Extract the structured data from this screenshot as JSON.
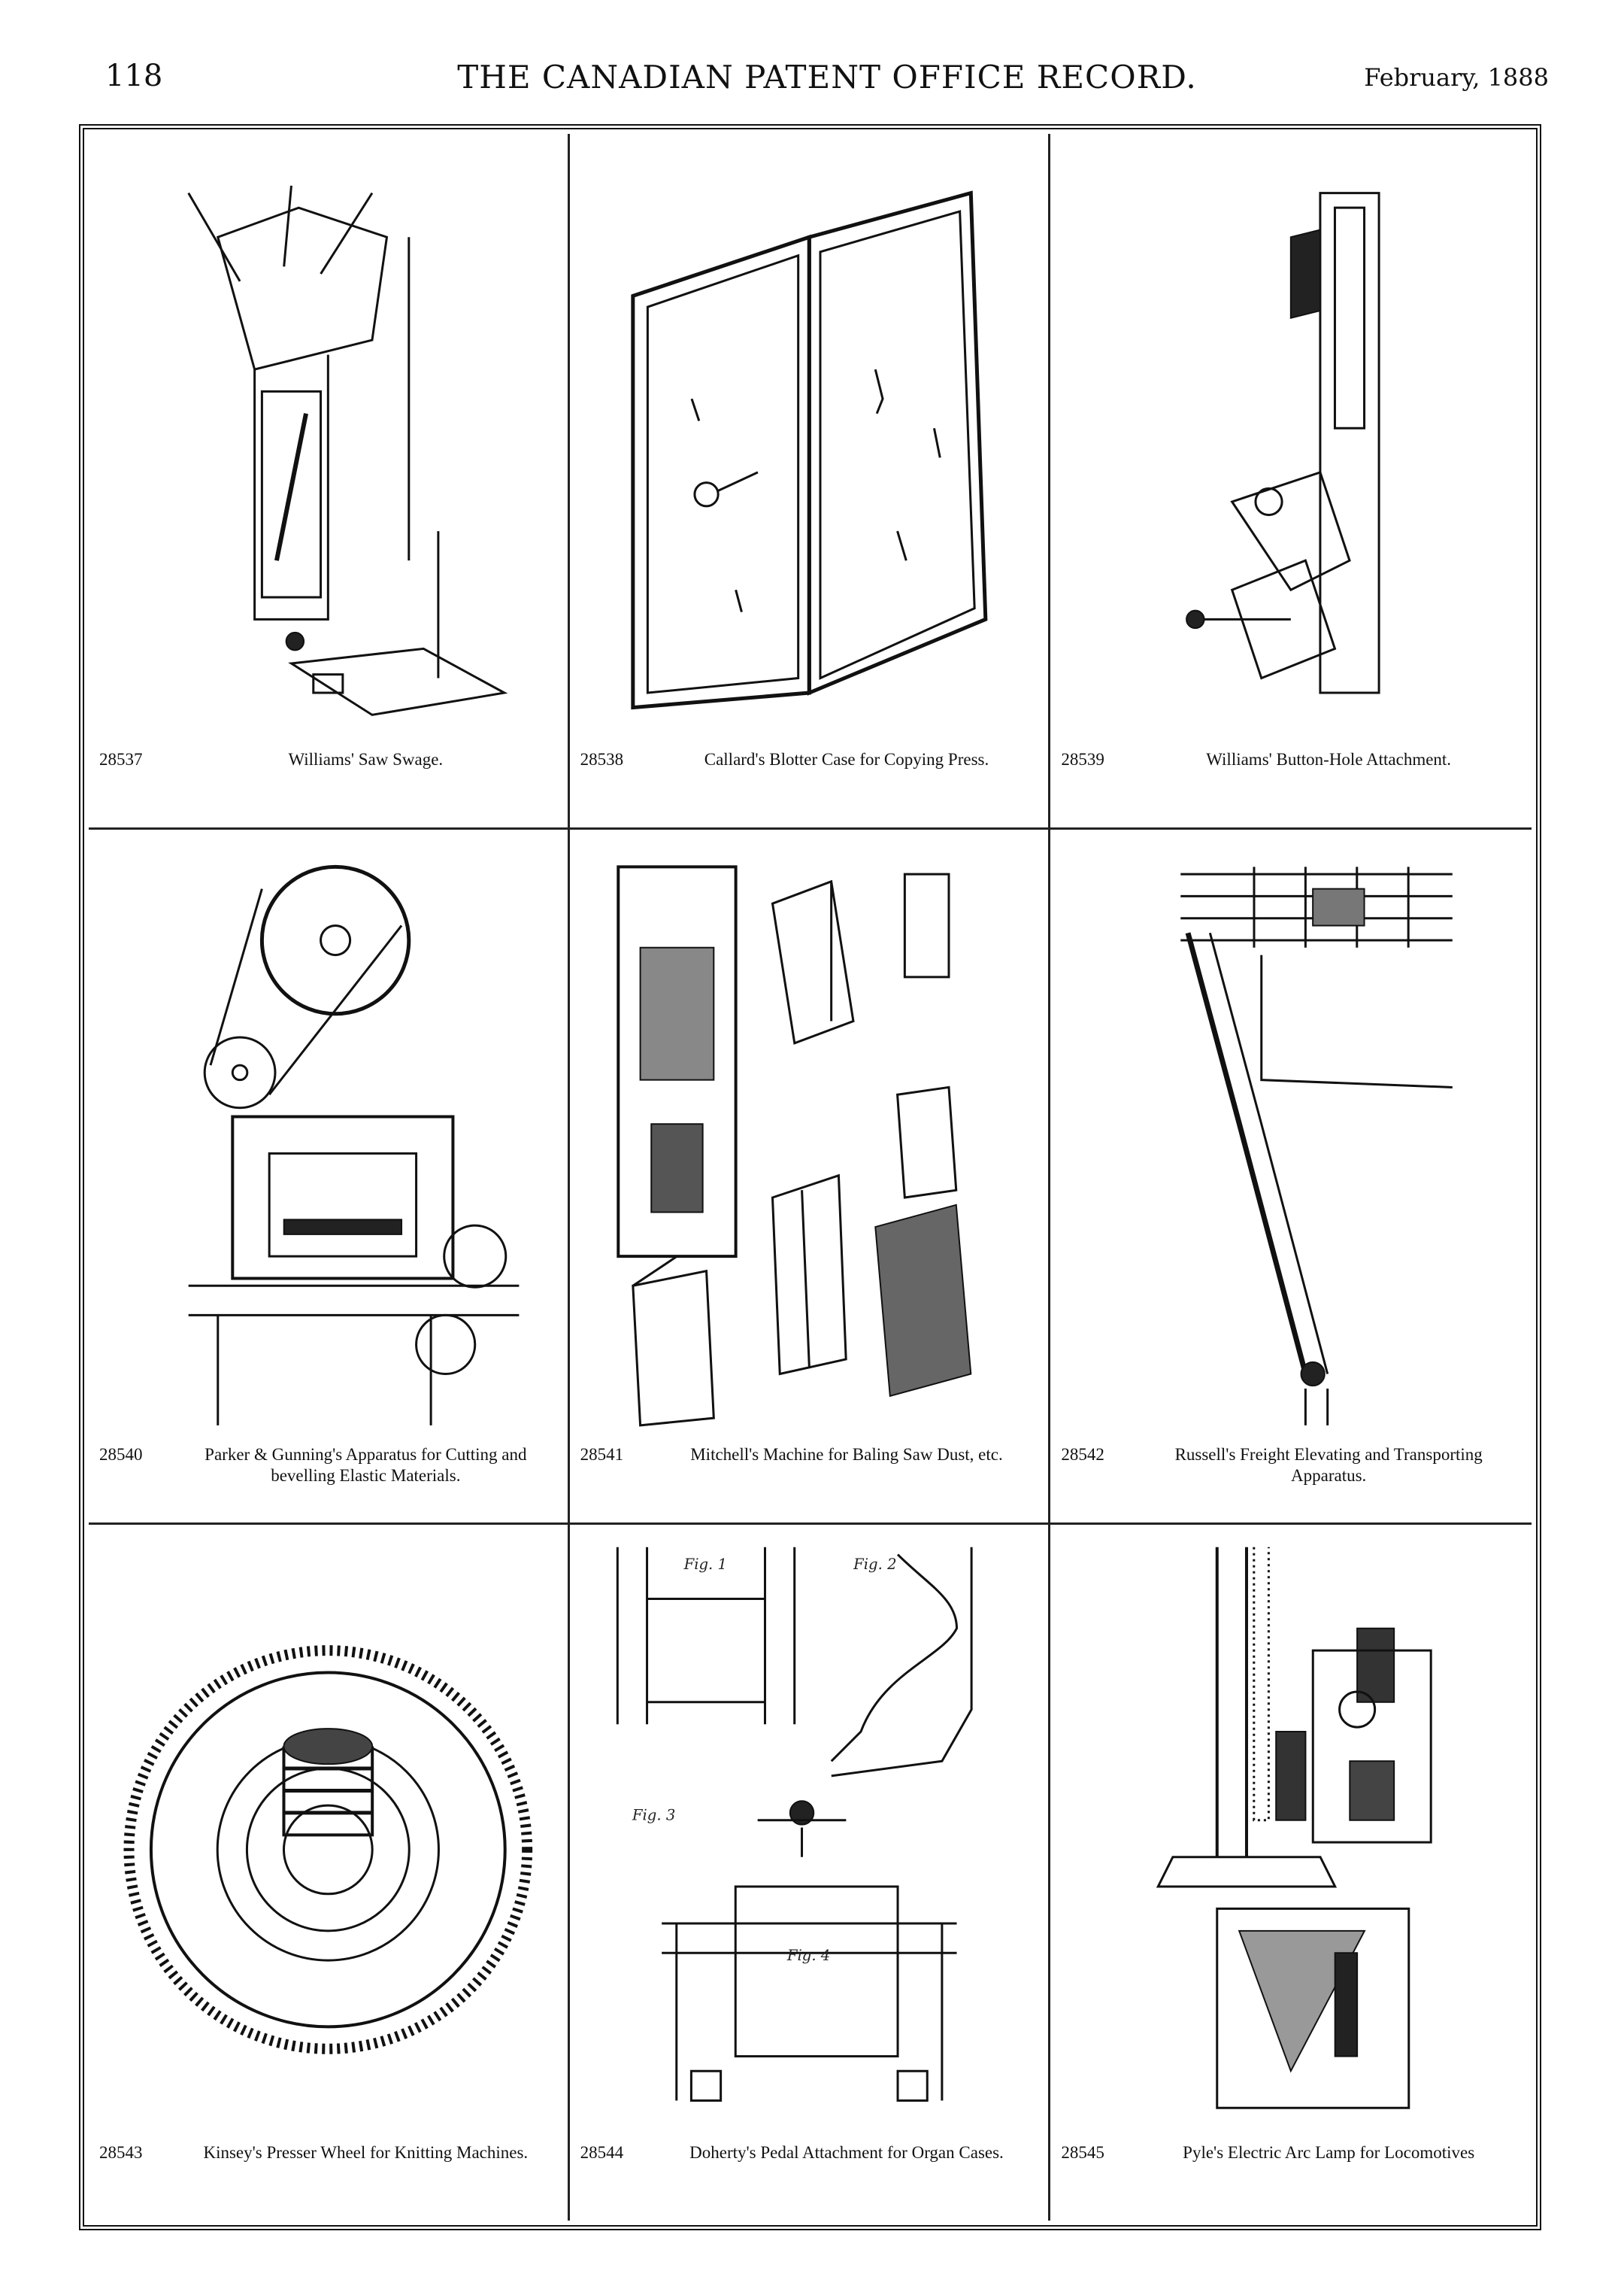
{
  "header": {
    "page_number": "118",
    "journal_title": "THE CANADIAN PATENT OFFICE RECORD.",
    "issue_date": "February, 1888"
  },
  "patents": [
    {
      "number": "28537",
      "title": "Williams' Saw Swage."
    },
    {
      "number": "28538",
      "title": "Callard's Blotter Case for Copying Press."
    },
    {
      "number": "28539",
      "title": "Williams' Button-Hole Attachment."
    },
    {
      "number": "28540",
      "title": "Parker & Gunning's Apparatus for Cutting and bevelling Elastic Materials."
    },
    {
      "number": "28541",
      "title": "Mitchell's Machine for Baling Saw Dust, etc."
    },
    {
      "number": "28542",
      "title": "Russell's Freight Elevating and Transporting Apparatus."
    },
    {
      "number": "28543",
      "title": "Kinsey's Presser Wheel for Knitting Machines."
    },
    {
      "number": "28544",
      "title": "Doherty's Pedal Attachment for Organ Cases."
    },
    {
      "number": "28545",
      "title": "Pyle's Electric Arc Lamp for Locomotives"
    }
  ],
  "figure_labels": {
    "fig1": "Fig. 1",
    "fig2": "Fig. 2",
    "fig3": "Fig. 3",
    "fig4": "Fig. 4"
  }
}
